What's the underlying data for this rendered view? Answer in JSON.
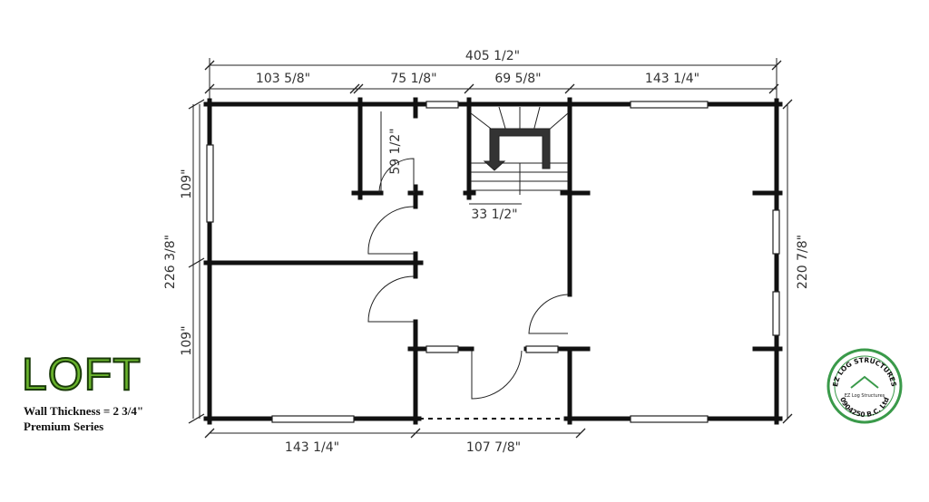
{
  "title": "LOFT",
  "wall_thickness": "Wall Thickness = 2 3/4\"",
  "series": "Premium Series",
  "dimensions": {
    "overall_width": "405 1/2\"",
    "top_segments": [
      "103 5/8\"",
      "75 1/8\"",
      "69 5/8\"",
      "143 1/4\""
    ],
    "left_overall": "226 3/8\"",
    "left_upper": "109\"",
    "left_lower": "109\"",
    "right_overall": "220 7/8\"",
    "bottom_segments": [
      "143 1/4\"",
      "107 7/8\""
    ],
    "closet_depth": "59 1/2\"",
    "stair_width": "33 1/2\""
  },
  "logo": {
    "top_text": "EZ LOG STRUCTURES",
    "bottom_text": "0904250 B.C. Ltd",
    "center_text": "EZ Log Structures",
    "color": "#2e8b3e"
  }
}
